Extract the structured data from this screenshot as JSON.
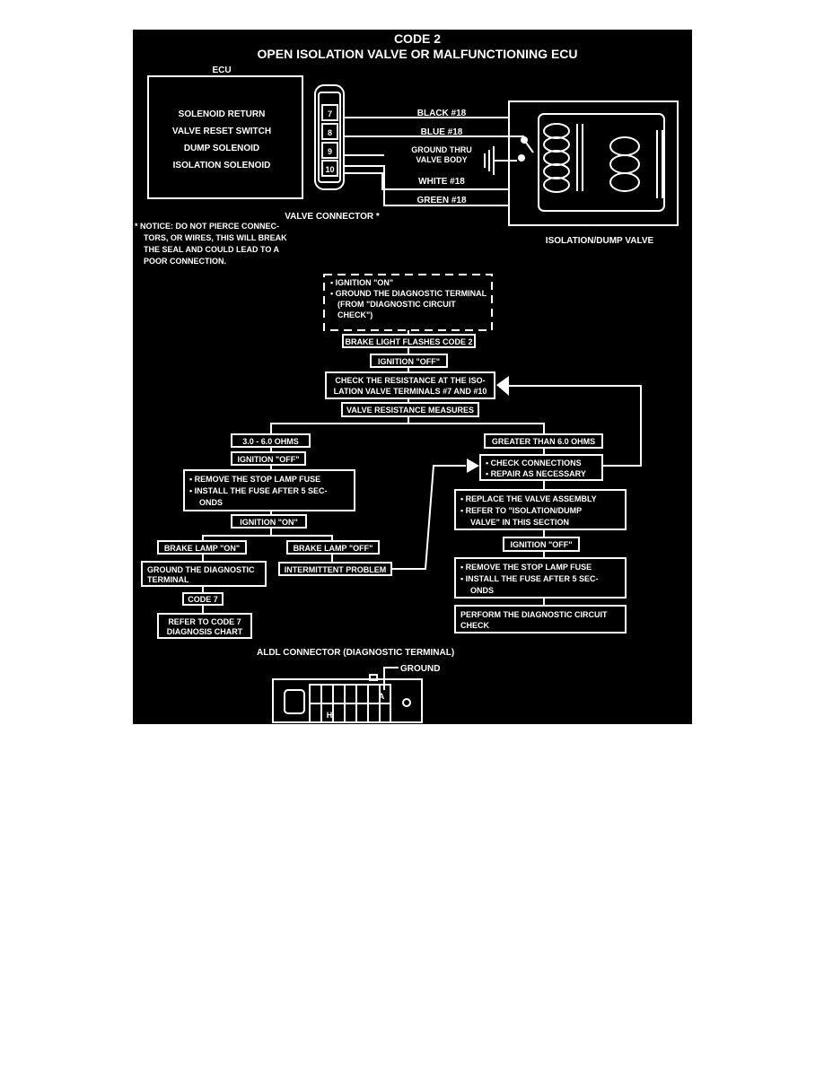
{
  "title": {
    "line1": "CODE 2",
    "line2": "OPEN ISOLATION VALVE OR MALFUNCTIONING ECU"
  },
  "ecu": {
    "label": "ECU",
    "lines": [
      "SOLENOID RETURN",
      "VALVE RESET SWITCH",
      "DUMP SOLENOID",
      "ISOLATION SOLENOID"
    ]
  },
  "connector": {
    "pins": [
      "7",
      "8",
      "9",
      "10"
    ],
    "label": "VALVE CONNECTOR *"
  },
  "wires": {
    "black": "BLACK #18",
    "blue": "BLUE #18",
    "ground_line1": "GROUND THRU",
    "ground_line2": "VALVE BODY",
    "white": "WHITE #18",
    "green": "GREEN #18"
  },
  "valve_label": "ISOLATION/DUMP VALVE",
  "notice": {
    "lines": [
      "* NOTICE: DO NOT PIERCE CONNEC-",
      "TORS, OR WIRES, THIS WILL BREAK",
      "THE SEAL AND COULD LEAD TO A",
      "POOR CONNECTION."
    ]
  },
  "flow": {
    "start": {
      "lines": [
        "• IGNITION \"ON\"",
        "• GROUND THE DIAGNOSTIC TERMINAL",
        "(FROM \"DIAGNOSTIC CIRCUIT",
        "CHECK\")"
      ]
    },
    "brake_light_flashes": "BRAKE LIGHT FLASHES CODE 2",
    "ignition_off_1": "IGNITION \"OFF\"",
    "check_resistance": {
      "lines": [
        "CHECK THE RESISTANCE AT THE ISO-",
        "LATION VALVE TERMINALS #7 AND #10"
      ]
    },
    "valve_resistance": "VALVE RESISTANCE MEASURES",
    "ohms_low": "3.0 - 6.0 OHMS",
    "ohms_high": "GREATER THAN 6.0 OHMS",
    "ignition_off_2": "IGNITION \"OFF\"",
    "remove_fuse_left": {
      "lines": [
        "• REMOVE THE STOP LAMP FUSE",
        "• INSTALL THE FUSE AFTER 5 SEC-",
        "ONDS"
      ]
    },
    "ignition_on": "IGNITION \"ON\"",
    "brake_lamp_on": "BRAKE LAMP \"ON\"",
    "brake_lamp_off": "BRAKE LAMP \"OFF\"",
    "ground_terminal": {
      "lines": [
        "GROUND THE DIAGNOSTIC",
        "TERMINAL"
      ]
    },
    "intermittent": "INTERMITTENT PROBLEM",
    "code7": "CODE 7",
    "refer_code7": {
      "lines": [
        "REFER TO CODE 7",
        "DIAGNOSIS CHART"
      ]
    },
    "check_connections": {
      "lines": [
        "• CHECK CONNECTIONS",
        "• REPAIR AS NECESSARY"
      ]
    },
    "replace_valve": {
      "lines": [
        "• REPLACE THE VALVE ASSEMBLY",
        "• REFER TO \"ISOLATION/DUMP",
        "VALVE\" IN THIS SECTION"
      ]
    },
    "ignition_off_3": "IGNITION \"OFF\"",
    "remove_fuse_right": {
      "lines": [
        "• REMOVE THE STOP LAMP FUSE",
        "• INSTALL THE FUSE AFTER 5 SEC-",
        "ONDS"
      ]
    },
    "perform_check": {
      "lines": [
        "PERFORM THE DIAGNOSTIC CIRCUIT",
        "CHECK"
      ]
    }
  },
  "aldl": {
    "label": "ALDL CONNECTOR (DIAGNOSTIC TERMINAL)",
    "ground": "GROUND",
    "pin_a": "A",
    "pin_h": "H"
  },
  "colors": {
    "background": "#000000",
    "ink": "#ffffff",
    "page": "#ffffff"
  }
}
